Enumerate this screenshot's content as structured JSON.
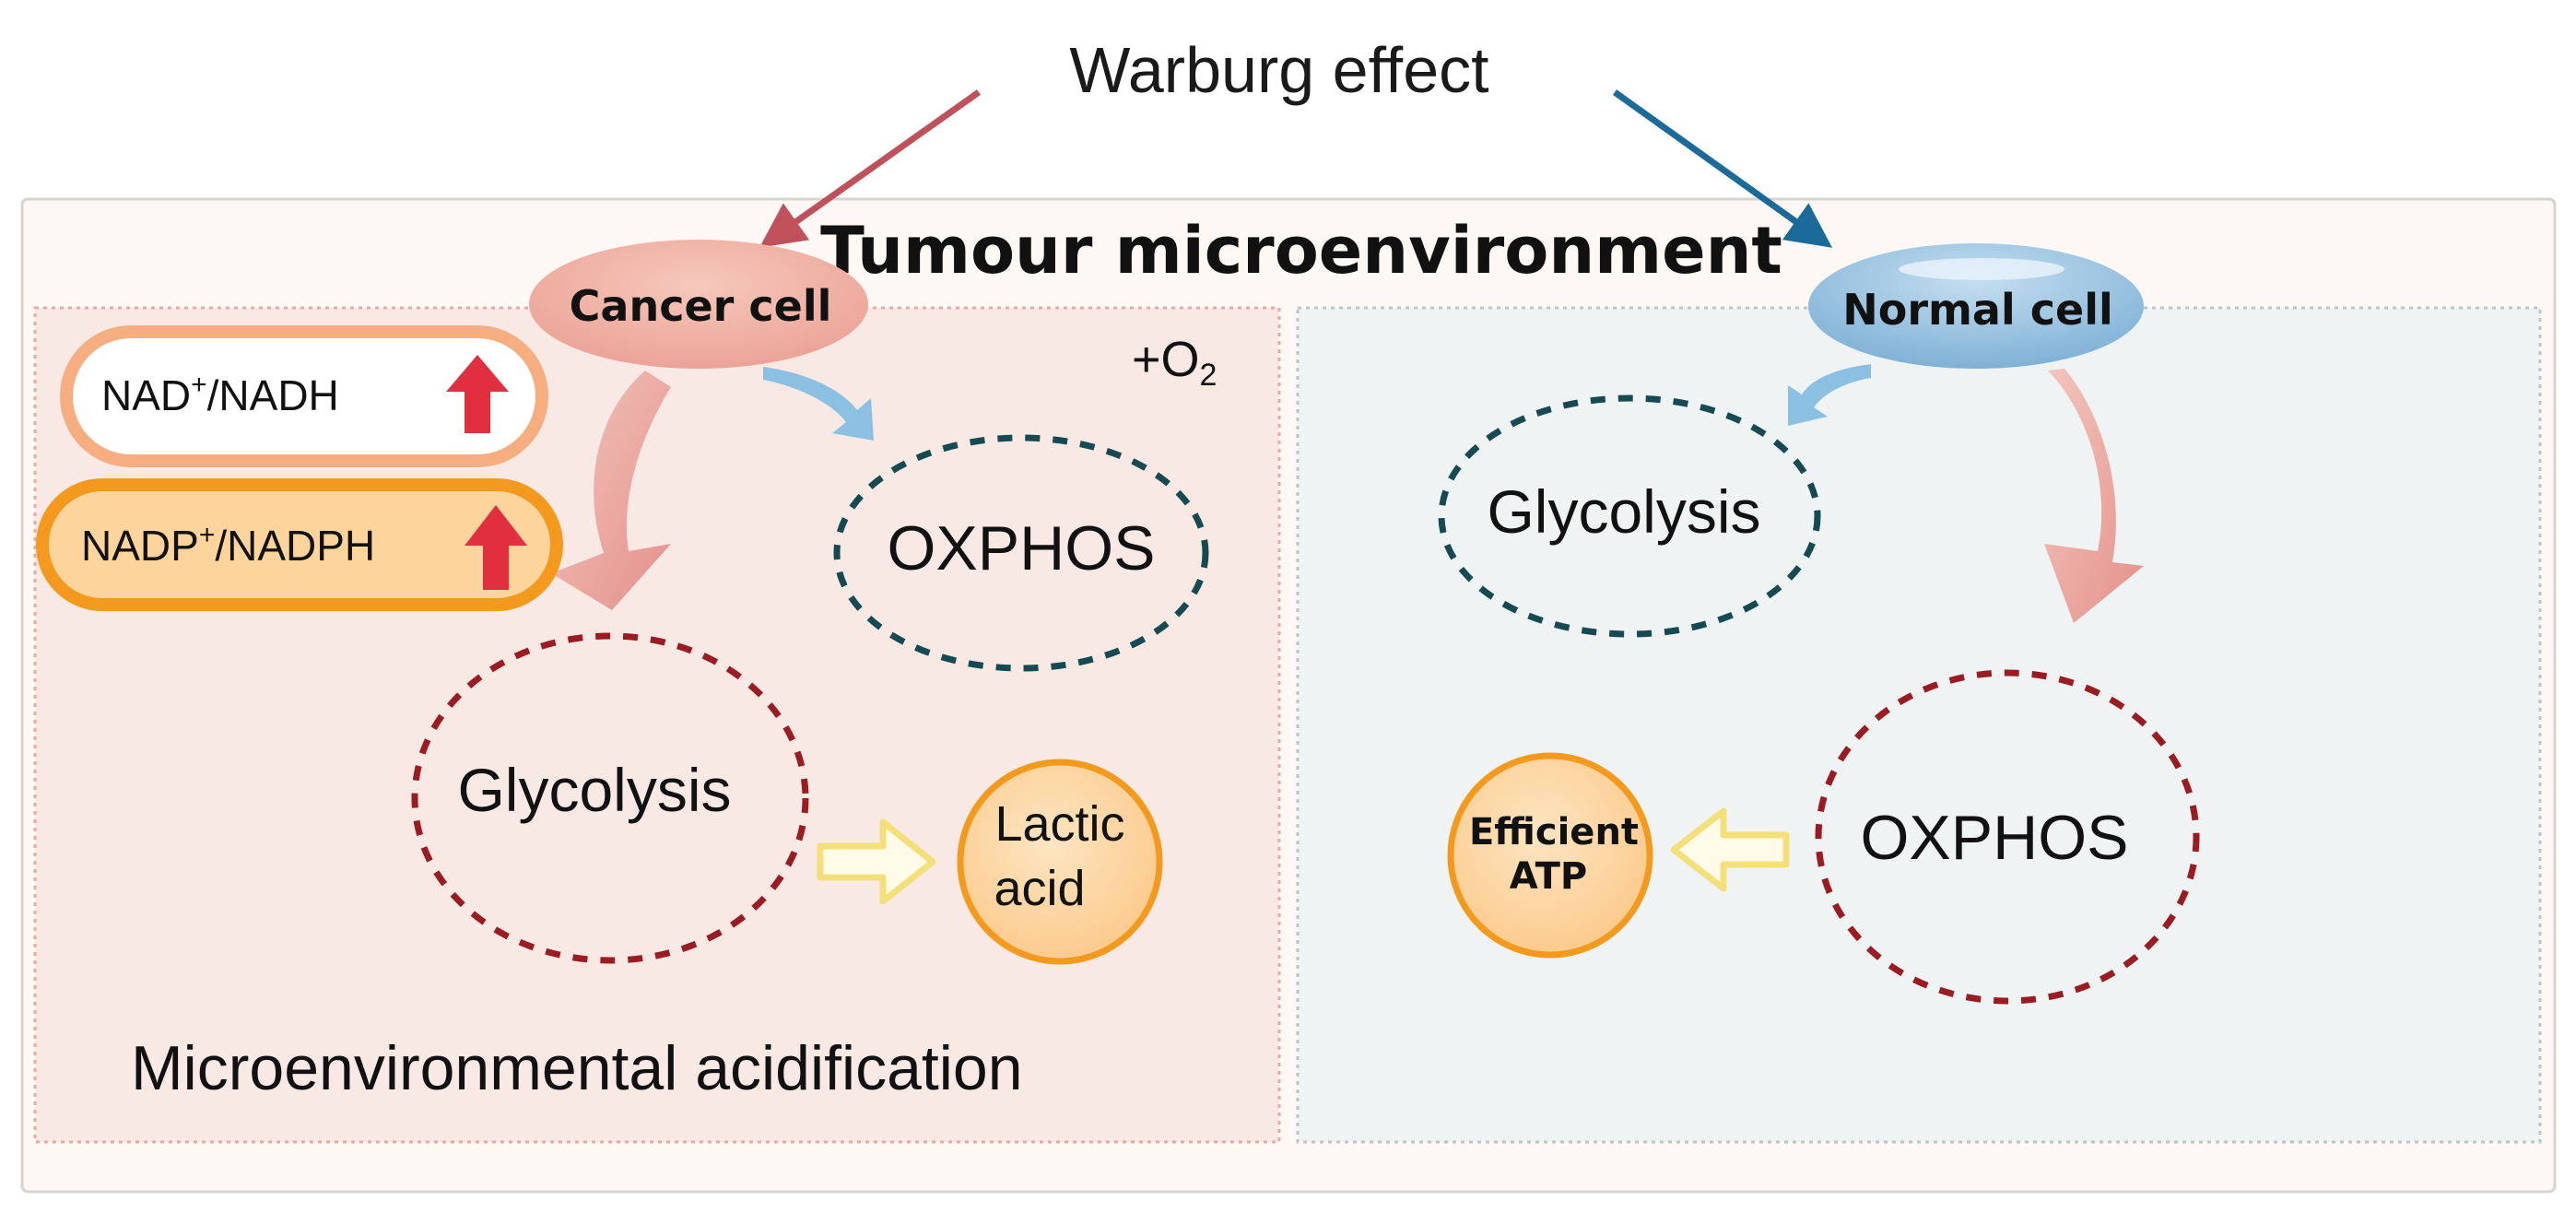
{
  "title": "Warburg effect",
  "panel_title": "Tumour microenvironment",
  "cancer": {
    "cell_label": "Cancer cell",
    "nad_ratio": {
      "sup": "+",
      "prefix": "NAD",
      "suffix": "/NADH"
    },
    "nadp_ratio": {
      "sup": "+",
      "prefix": "NADP",
      "suffix": "/NADPH"
    },
    "oxygen": {
      "prefix": "+O",
      "sub": "2"
    },
    "oxphos_label": "OXPHOS",
    "glycolysis_label": "Glycolysis",
    "product_line1": "Lactic",
    "product_line2": "acid",
    "footer": "Microenvironmental acidification"
  },
  "normal": {
    "cell_label": "Normal cell",
    "glycolysis_label": "Glycolysis",
    "oxphos_label": "OXPHOS",
    "product_line1": "Efficient",
    "product_line2": "ATP"
  },
  "colors": {
    "cancer_arrow": "#c0505a",
    "normal_arrow": "#1a6a9a",
    "cancer_panel": "#f8e9e5",
    "normal_panel": "#f0f3f4",
    "outer_panel": "#fdf8f4",
    "cancer_cell": "#eeaca0",
    "normal_cell": "#8fbcdc",
    "dashed_red": "#9b1b22",
    "dashed_teal": "#164a52",
    "orange": "#f39a1e",
    "orange_fill": "#fcd5a0",
    "up_arrow": "#e03040",
    "big_arrow": "#e49a92",
    "small_arrow": "#8cc0e2",
    "hollow_arrow": "#f4e07a"
  },
  "icons": {
    "up_arrow": "up-arrow-icon",
    "flow_arrow": "arrow-icon",
    "hollow_arrow": "hollow-arrow-icon"
  }
}
